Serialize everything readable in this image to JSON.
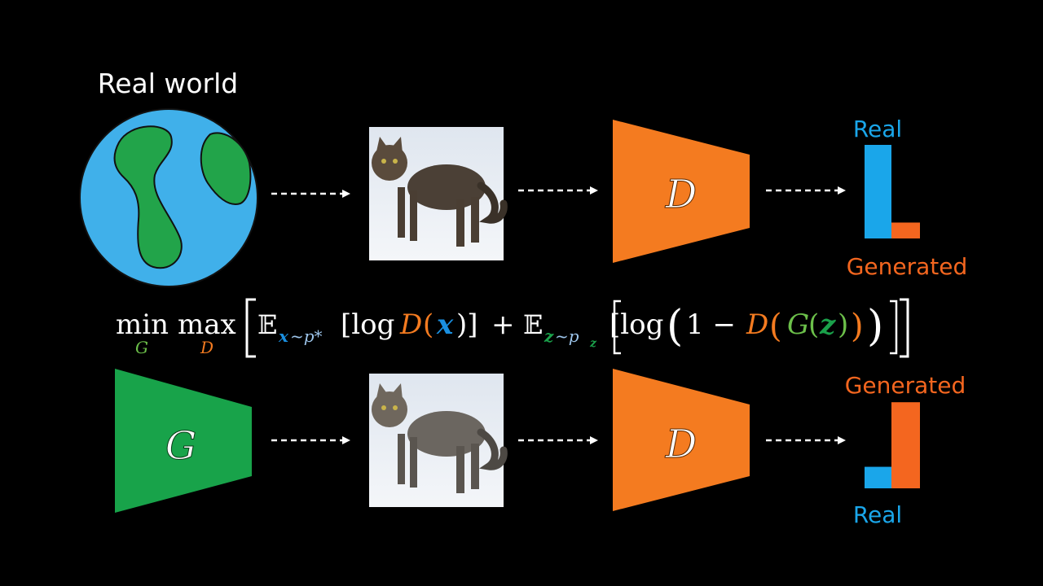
{
  "labels": {
    "real_world": "Real world",
    "real": "Real",
    "generated": "Generated"
  },
  "blocks": {
    "discriminator_symbol": "D",
    "generator_symbol": "G"
  },
  "formula": {
    "min": "min",
    "min_sub": "G",
    "max": "max",
    "max_sub": "D",
    "e1": "𝔼",
    "e1_sub_x": "x",
    "e1_sub_rest": "~p*",
    "term1_open": "[log ",
    "term1_D": "D",
    "term1_paren_open": "(",
    "term1_x": "x",
    "term1_close": ")]",
    "plus": "+",
    "e2": "𝔼",
    "e2_sub_z": "z",
    "e2_sub_rest": "~p",
    "e2_sub_pz": "z",
    "term2_open": "[log",
    "term2_one": "1 −",
    "term2_D": "D",
    "term2_G": "G",
    "term2_z": "z",
    "paren_l": "(",
    "paren_r": ")",
    "close_bracket": "]"
  },
  "colors": {
    "background": "#000000",
    "earth_ocean": "#40b0ea",
    "earth_land": "#22a44a",
    "discriminator": "#f47b20",
    "generator": "#18a34a",
    "real_bar": "#1aa6ea",
    "generated_bar": "#f4661f",
    "label_real": "#1aa6ea",
    "label_generated": "#f4661f",
    "x_color": "#1a8fe0",
    "z_color": "#1aa04a",
    "g_color": "#6cc04a"
  },
  "icons": {
    "earth": "earth-icon",
    "cat_real": "cat-photo-icon",
    "cat_generated": "cat-photo-icon",
    "arrow": "dashed-arrow-icon"
  },
  "bars": {
    "top": {
      "real": 1.0,
      "generated": 0.17
    },
    "bottom": {
      "real": 0.23,
      "generated": 0.92
    }
  }
}
